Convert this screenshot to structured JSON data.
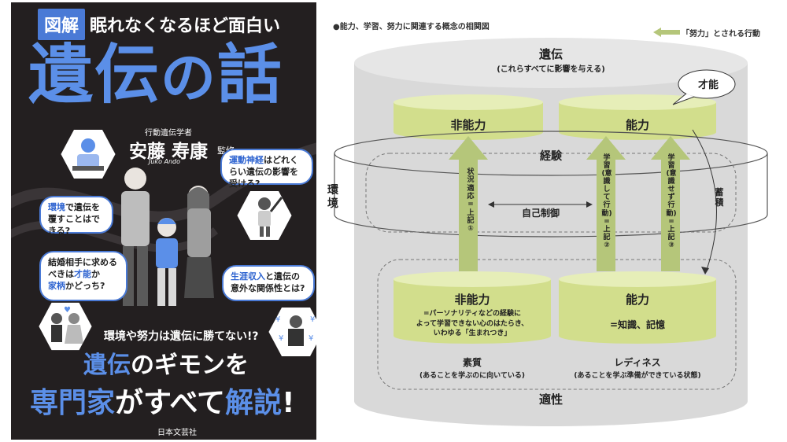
{
  "book_cover": {
    "badge": "図解",
    "top_line": "眠れなくなるほど面白い",
    "main_title_parts": [
      "遺伝",
      "の",
      "話"
    ],
    "author_role": "行動遺伝学者",
    "author_name": "安藤 寿康",
    "author_suffix": "監修",
    "author_romanized": "Juko Ando",
    "questions": [
      {
        "highlight": "運動神経",
        "rest": "はどれくらい遺伝の影響を受ける?"
      },
      {
        "highlight": "環境",
        "rest": "で遺伝を覆すことはできる?"
      },
      {
        "line1": "結婚相手に求める",
        "line2_prefix": "べきは",
        "highlight1": "才能",
        "line2_suffix": "か",
        "highlight2": "家柄",
        "line3_suffix": "かどっち?"
      },
      {
        "highlight": "生涯収入",
        "rest": "と遺伝の意外な関係性とは?"
      }
    ],
    "tagline": "環境や努力は遺伝に勝てない!?",
    "subtitle_blue": "遺伝",
    "subtitle_white": "のギモンを",
    "bottom_blue1": "専門家",
    "bottom_white1": "がすべて",
    "bottom_blue2": "解説",
    "bottom_white2": "!",
    "publisher": "日本文芸社",
    "colors": {
      "background": "#231f20",
      "accent": "#5b8fe8"
    }
  },
  "diagram": {
    "title": "●能力、学習、努力に関連する概念の相関図",
    "legend": "「努力」とされる行動",
    "outer_label": "遺伝",
    "outer_sublabel": "(これらすべてに影響を与える)",
    "talent_bubble": "才能",
    "top_left": "非能力",
    "top_right": "能力",
    "experience": "経験",
    "environment": "環境",
    "arrow1": "状況適応=上記①",
    "arrow2": "学習(意識して行動)=上記②",
    "arrow3": "学習(意識せず行動)=上記③",
    "self_control": "自己制御",
    "accumulation": "蓄積",
    "bottom_left": "非能力",
    "bottom_left_desc": [
      "=パーソナリティなどの経験に",
      "よって学習できない心のはたらき、",
      "いわゆる「生まれつき」"
    ],
    "bottom_right": "能力",
    "bottom_right_desc": "=知識、記憶",
    "aptitude_left": "素質",
    "aptitude_left_desc": "(あることを学ぶのに向いている)",
    "aptitude_right": "レディネス",
    "aptitude_right_desc": "(あることを学ぶ準備ができている状態)",
    "footer": "適性",
    "colors": {
      "green": "#dfe8a8",
      "arrow": "#b5c67a",
      "gray": "#d9d9d9"
    }
  }
}
